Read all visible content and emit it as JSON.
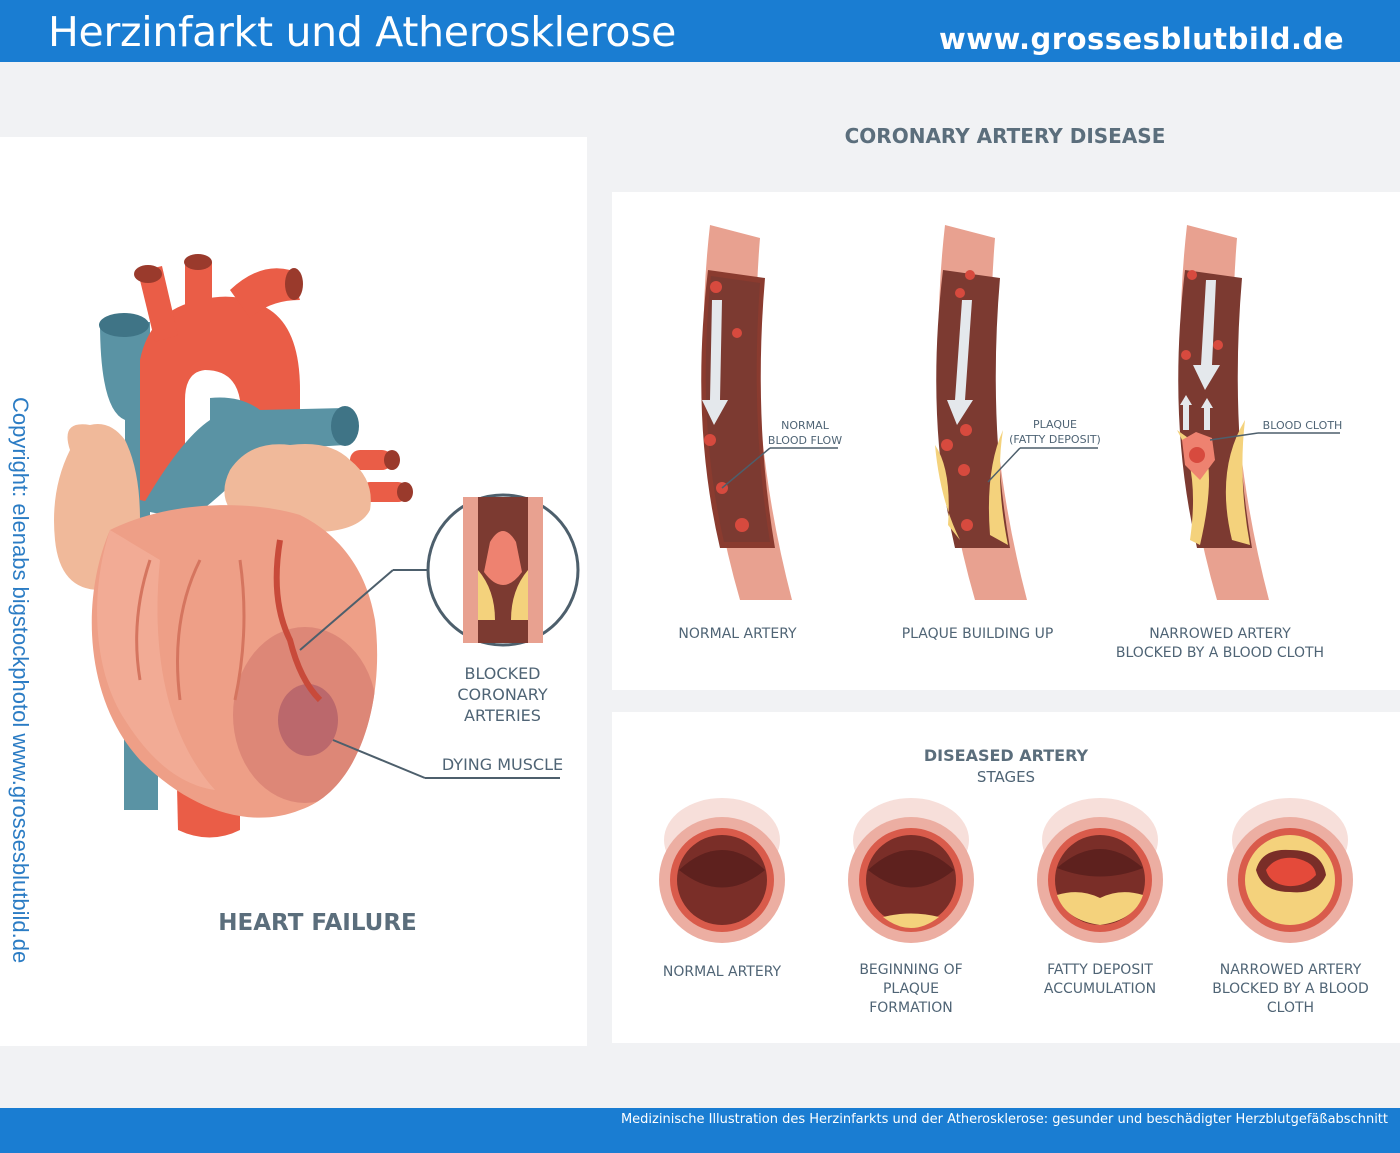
{
  "header": {
    "title": "Herzinfarkt und Atherosklerose",
    "url": "www.grossesblutbild.de"
  },
  "copyright": "Copyright: elenabs bigstockphotol www.grossesblutbild.de",
  "heart_panel": {
    "title": "HEART FAILURE",
    "blocked_label_1": "BLOCKED",
    "blocked_label_2": "CORONARY ARTERIES",
    "dying_label": "DYING MUSCLE"
  },
  "coronary_panel": {
    "title": "CORONARY ARTERY DISEASE",
    "callouts": {
      "normal_flow_1": "NORMAL",
      "normal_flow_2": "BLOOD FLOW",
      "plaque_1": "PLAQUE",
      "plaque_2": "(FATTY DEPOSIT)",
      "blood_cloth": "BLOOD CLOTH"
    },
    "captions": {
      "normal": "NORMAL ARTERY",
      "plaque": "PLAQUE BUILDING UP",
      "narrowed_1": "NARROWED ARTERY",
      "narrowed_2": "BLOCKED BY A BLOOD CLOTH"
    }
  },
  "stages_panel": {
    "title_1": "DISEASED ARTERY",
    "title_2": "STAGES",
    "stages": [
      {
        "line1": "NORMAL ARTERY",
        "line2": ""
      },
      {
        "line1": "BEGINNING OF PLAQUE",
        "line2": "FORMATION"
      },
      {
        "line1": "FATTY DEPOSIT",
        "line2": "ACCUMULATION"
      },
      {
        "line1": "NARROWED ARTERY",
        "line2": "BLOCKED BY A BLOOD CLOTH"
      }
    ]
  },
  "footer": {
    "caption": "Medizinische Illustration des Herzinfarkts und der Atherosklerose: gesunder und beschädigter Herzblutgefäßabschnitt"
  },
  "colors": {
    "brand_blue": "#1a7dd2",
    "artery_wall": "#e8a190",
    "lumen_dark": "#7c3a31",
    "blood_cell": "#d74a3e",
    "plaque_yellow": "#f4d27c",
    "vein_blue": "#5a93a4",
    "aorta_red": "#ea5d47"
  }
}
